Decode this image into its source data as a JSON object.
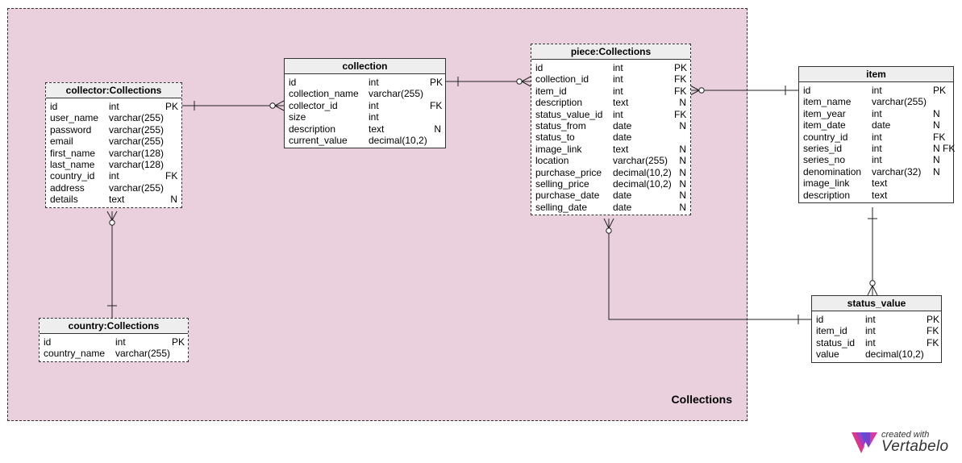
{
  "area": {
    "label": "Collections"
  },
  "tables": {
    "collector": {
      "name": "collector:Collections",
      "rows": [
        {
          "col": "id",
          "type": "int",
          "key": "PK"
        },
        {
          "col": "user_name",
          "type": "varchar(255)",
          "key": ""
        },
        {
          "col": "password",
          "type": "varchar(255)",
          "key": ""
        },
        {
          "col": "email",
          "type": "varchar(255)",
          "key": ""
        },
        {
          "col": "first_name",
          "type": "varchar(128)",
          "key": ""
        },
        {
          "col": "last_name",
          "type": "varchar(128)",
          "key": ""
        },
        {
          "col": "country_id",
          "type": "int",
          "key": "FK"
        },
        {
          "col": "address",
          "type": "varchar(255)",
          "key": ""
        },
        {
          "col": "details",
          "type": "text",
          "key": "N"
        }
      ]
    },
    "country": {
      "name": "country:Collections",
      "rows": [
        {
          "col": "id",
          "type": "int",
          "key": "PK"
        },
        {
          "col": "country_name",
          "type": "varchar(255)",
          "key": ""
        }
      ]
    },
    "collection": {
      "name": "collection",
      "rows": [
        {
          "col": "id",
          "type": "int",
          "key": "PK"
        },
        {
          "col": "collection_name",
          "type": "varchar(255)",
          "key": ""
        },
        {
          "col": "collector_id",
          "type": "int",
          "key": "FK"
        },
        {
          "col": "size",
          "type": "int",
          "key": ""
        },
        {
          "col": "description",
          "type": "text",
          "key": "N"
        },
        {
          "col": "current_value",
          "type": "decimal(10,2)",
          "key": ""
        }
      ]
    },
    "piece": {
      "name": "piece:Collections",
      "rows": [
        {
          "col": "id",
          "type": "int",
          "key": "PK"
        },
        {
          "col": "collection_id",
          "type": "int",
          "key": "FK"
        },
        {
          "col": "item_id",
          "type": "int",
          "key": "FK"
        },
        {
          "col": "description",
          "type": "text",
          "key": "N"
        },
        {
          "col": "status_value_id",
          "type": "int",
          "key": "FK"
        },
        {
          "col": "status_from",
          "type": "date",
          "key": "N"
        },
        {
          "col": "status_to",
          "type": "date",
          "key": ""
        },
        {
          "col": "image_link",
          "type": "text",
          "key": "N"
        },
        {
          "col": "location",
          "type": "varchar(255)",
          "key": "N"
        },
        {
          "col": "purchase_price",
          "type": "decimal(10,2)",
          "key": "N"
        },
        {
          "col": "selling_price",
          "type": "decimal(10,2)",
          "key": "N"
        },
        {
          "col": "purchase_date",
          "type": "date",
          "key": "N"
        },
        {
          "col": "selling_date",
          "type": "date",
          "key": "N"
        }
      ]
    },
    "item": {
      "name": "item",
      "rows": [
        {
          "col": "id",
          "type": "int",
          "key": "PK"
        },
        {
          "col": "item_name",
          "type": "varchar(255)",
          "key": ""
        },
        {
          "col": "item_year",
          "type": "int",
          "key": "N"
        },
        {
          "col": "item_date",
          "type": "date",
          "key": "N"
        },
        {
          "col": "country_id",
          "type": "int",
          "key": "FK"
        },
        {
          "col": "series_id",
          "type": "int",
          "key": "N FK"
        },
        {
          "col": "series_no",
          "type": "int",
          "key": "N"
        },
        {
          "col": "denomination",
          "type": "varchar(32)",
          "key": "N"
        },
        {
          "col": "image_link",
          "type": "text",
          "key": ""
        },
        {
          "col": "description",
          "type": "text",
          "key": ""
        }
      ]
    },
    "status_value": {
      "name": "status_value",
      "rows": [
        {
          "col": "id",
          "type": "int",
          "key": "PK"
        },
        {
          "col": "item_id",
          "type": "int",
          "key": "FK"
        },
        {
          "col": "status_id",
          "type": "int",
          "key": "FK"
        },
        {
          "col": "value",
          "type": "decimal(10,2)",
          "key": ""
        }
      ]
    }
  },
  "logo": {
    "created": "created with",
    "name": "Vertabelo"
  }
}
